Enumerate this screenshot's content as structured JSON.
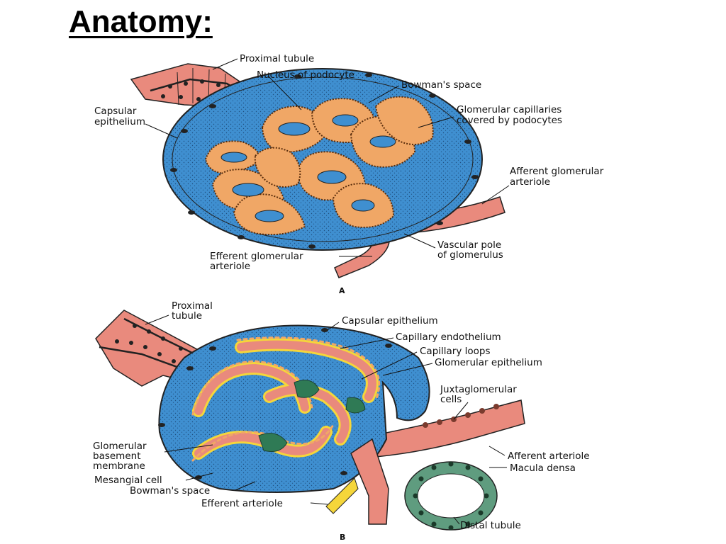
{
  "slide": {
    "title": "Anatomy:"
  },
  "diagram_a": {
    "panel_label": "A",
    "labels": {
      "proximal_tubule": "Proximal tubule",
      "nucleus_of_podocyte": "Nucleus of podocyte",
      "bowmans_space": "Bowman's space",
      "capsular_epithelium_1": "Capsular",
      "capsular_epithelium_2": "epithelium",
      "glomerular_capillaries_1": "Glomerular capillaries",
      "glomerular_capillaries_2": "covered by podocytes",
      "afferent_1": "Afferent glomerular",
      "afferent_2": "arteriole",
      "vascular_pole_1": "Vascular pole",
      "vascular_pole_2": "of glomerulus",
      "efferent_1": "Efferent glomerular",
      "efferent_2": "arteriole"
    }
  },
  "diagram_b": {
    "panel_label": "B",
    "labels": {
      "proximal_1": "Proximal",
      "proximal_2": "tubule",
      "capsular_epithelium": "Capsular epithelium",
      "capillary_endothelium": "Capillary endothelium",
      "capillary_loops": "Capillary loops",
      "glomerular_epithelium": "Glomerular epithelium",
      "juxtaglomerular_1": "Juxtaglomerular",
      "juxtaglomerular_2": "cells",
      "gbm_1": "Glomerular",
      "gbm_2": "basement",
      "gbm_3": "membrane",
      "mesangial_cell": "Mesangial cell",
      "bowmans_space": "Bowman's space",
      "efferent_arteriole": "Efferent arteriole",
      "afferent_arteriole": "Afferent arteriole",
      "macula_densa": "Macula densa",
      "distal_tubule": "Distal tubule"
    }
  },
  "colors": {
    "capsule_blue": "#3f8fd0",
    "tubule_salmon": "#e98a7d",
    "capillary_orange": "#f0a766",
    "endothelium_yellow": "#f5d63a",
    "mesangial_green": "#2f7a55",
    "distal_green": "#5f9c7f"
  }
}
